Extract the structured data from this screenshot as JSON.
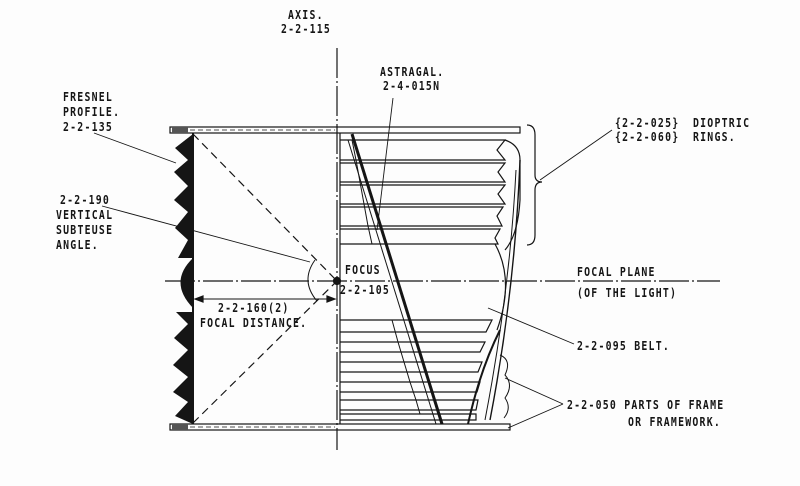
{
  "diagram": {
    "type": "technical cross-section drawing",
    "subject": "Dioptric lighthouse lens (Fresnel) section",
    "colors": {
      "ink": "#151515",
      "paper": "#fdfdfd"
    },
    "labels": {
      "axis": {
        "line1": "AXIS.",
        "line2": "2-2-115"
      },
      "astragal": {
        "line1": "ASTRAGAL.",
        "line2": "2-4-015N"
      },
      "fresnel": {
        "line1": "FRESNEL",
        "line2": "PROFILE.",
        "line3": "2-2-135"
      },
      "dioptric": {
        "codes1": "{2-2-025}",
        "codes2": "{2-2-060}",
        "name1": "DIOPTRIC",
        "name2": "RINGS."
      },
      "subtense": {
        "line1": "2-2-190",
        "line2": "VERTICAL",
        "line3": "SUBTEUSE",
        "line4": "ANGLE."
      },
      "focus": {
        "line1": "FOCUS",
        "line2": "2-2-105"
      },
      "focal_plane": {
        "line1": "FOCAL PLANE",
        "line2": "(OF THE LIGHT)"
      },
      "focal_distance": {
        "line1": "2-2-160(2)",
        "line2": "FOCAL DISTANCE."
      },
      "belt": {
        "line1": "2-2-095 BELT."
      },
      "frame": {
        "line1": "2-2-050 PARTS OF FRAME",
        "line2": "OR FRAMEWORK."
      }
    }
  }
}
